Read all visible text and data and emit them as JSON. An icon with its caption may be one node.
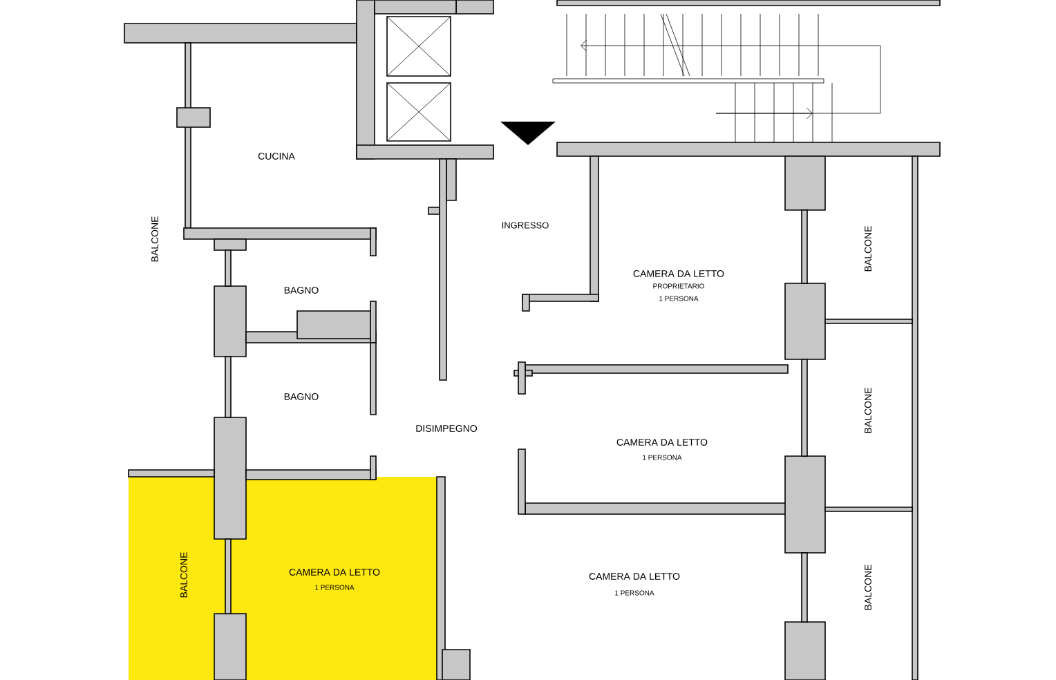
{
  "diagram": {
    "labels": [
      "CUCINA",
      "INGRESSO",
      "BALCONE",
      "BALCONE",
      "CAMERA DA LETTO",
      "PROPRIETARIO",
      "1 PERSONA",
      "BAGNO",
      "BALCONE",
      "BAGNO",
      "DISIMPEGNO",
      "CAMERA DA LETTO",
      "1 PERSONA",
      "BALCONE",
      "CAMERA DA LETTO",
      "1 PERSONA",
      "CAMERA DA LETTO",
      "1 PERSONA",
      "BALCONE"
    ]
  }
}
